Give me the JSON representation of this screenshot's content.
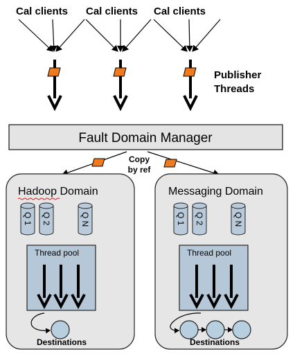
{
  "clients": {
    "label": "Cal clients",
    "labels": [
      "Cal clients",
      "Cal clients",
      "Cal clients"
    ]
  },
  "publisher": {
    "line1": "Publisher",
    "line2": "Threads"
  },
  "manager": {
    "title": "Fault Domain Manager"
  },
  "copy": {
    "line1": "Copy",
    "line2": "by ref"
  },
  "domains": [
    {
      "title": "Hadoop Domain",
      "queues": [
        "Q 1",
        "Q 2",
        "Q N"
      ],
      "thread_pool": "Thread pool",
      "destinations_label": "Destinations",
      "destination_count": 1
    },
    {
      "title": "Messaging Domain",
      "queues": [
        "Q 1",
        "Q 2",
        "Q N"
      ],
      "thread_pool": "Thread pool",
      "destinations_label": "Destinations",
      "destination_count": 3
    }
  ],
  "colors": {
    "accent_orange": "#f07a1c",
    "domain_fill": "#e6e6e6",
    "manager_fill": "#e4e4e4",
    "queue_fill": "#b9cbdb",
    "pool_fill": "#b6c8d8",
    "dest_fill": "#b8cfe0",
    "squiggle_red": "#e02020"
  },
  "icons": [
    "message-icon",
    "arrow-icon",
    "queue-icon"
  ]
}
